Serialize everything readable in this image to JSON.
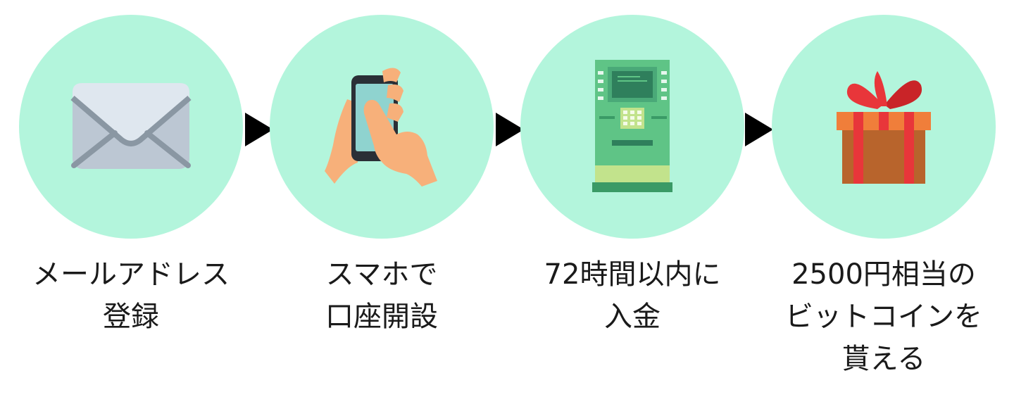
{
  "steps": [
    {
      "icon": "envelope-icon",
      "lines": [
        "メールアドレス",
        "登録"
      ]
    },
    {
      "icon": "smartphone-icon",
      "lines": [
        "スマホで",
        "口座開設"
      ]
    },
    {
      "icon": "atm-icon",
      "lines": [
        "72時間以内に",
        "入金"
      ]
    },
    {
      "icon": "gift-box-icon",
      "lines": [
        "2500円相当の",
        "ビットコインを",
        "貰える"
      ]
    }
  ],
  "colors": {
    "circle": "#b3f5dc",
    "arrow": "#000000",
    "text": "#1a1a1a"
  }
}
